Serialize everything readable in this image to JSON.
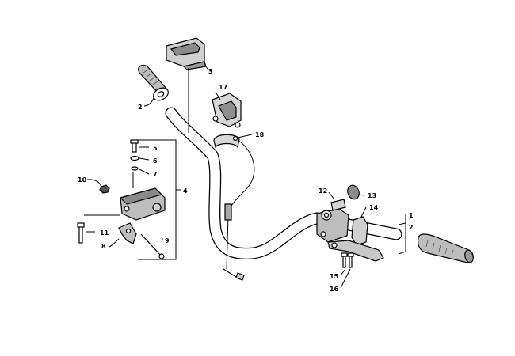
{
  "callouts": [
    {
      "id": "c1",
      "text": "1"
    },
    {
      "id": "c2a",
      "text": "2"
    },
    {
      "id": "c2b",
      "text": "2"
    },
    {
      "id": "c3",
      "text": "3"
    },
    {
      "id": "c4",
      "text": "4"
    },
    {
      "id": "c5",
      "text": "5"
    },
    {
      "id": "c6",
      "text": "6"
    },
    {
      "id": "c7",
      "text": "7"
    },
    {
      "id": "c8",
      "text": "8"
    },
    {
      "id": "c9",
      "text": "9"
    },
    {
      "id": "c10",
      "text": "10"
    },
    {
      "id": "c11",
      "text": "11"
    },
    {
      "id": "c12",
      "text": "12"
    },
    {
      "id": "c13",
      "text": "13"
    },
    {
      "id": "c14",
      "text": "14"
    },
    {
      "id": "c15",
      "text": "15"
    },
    {
      "id": "c16",
      "text": "16"
    },
    {
      "id": "c17",
      "text": "17"
    },
    {
      "id": "c18",
      "text": "18"
    }
  ]
}
